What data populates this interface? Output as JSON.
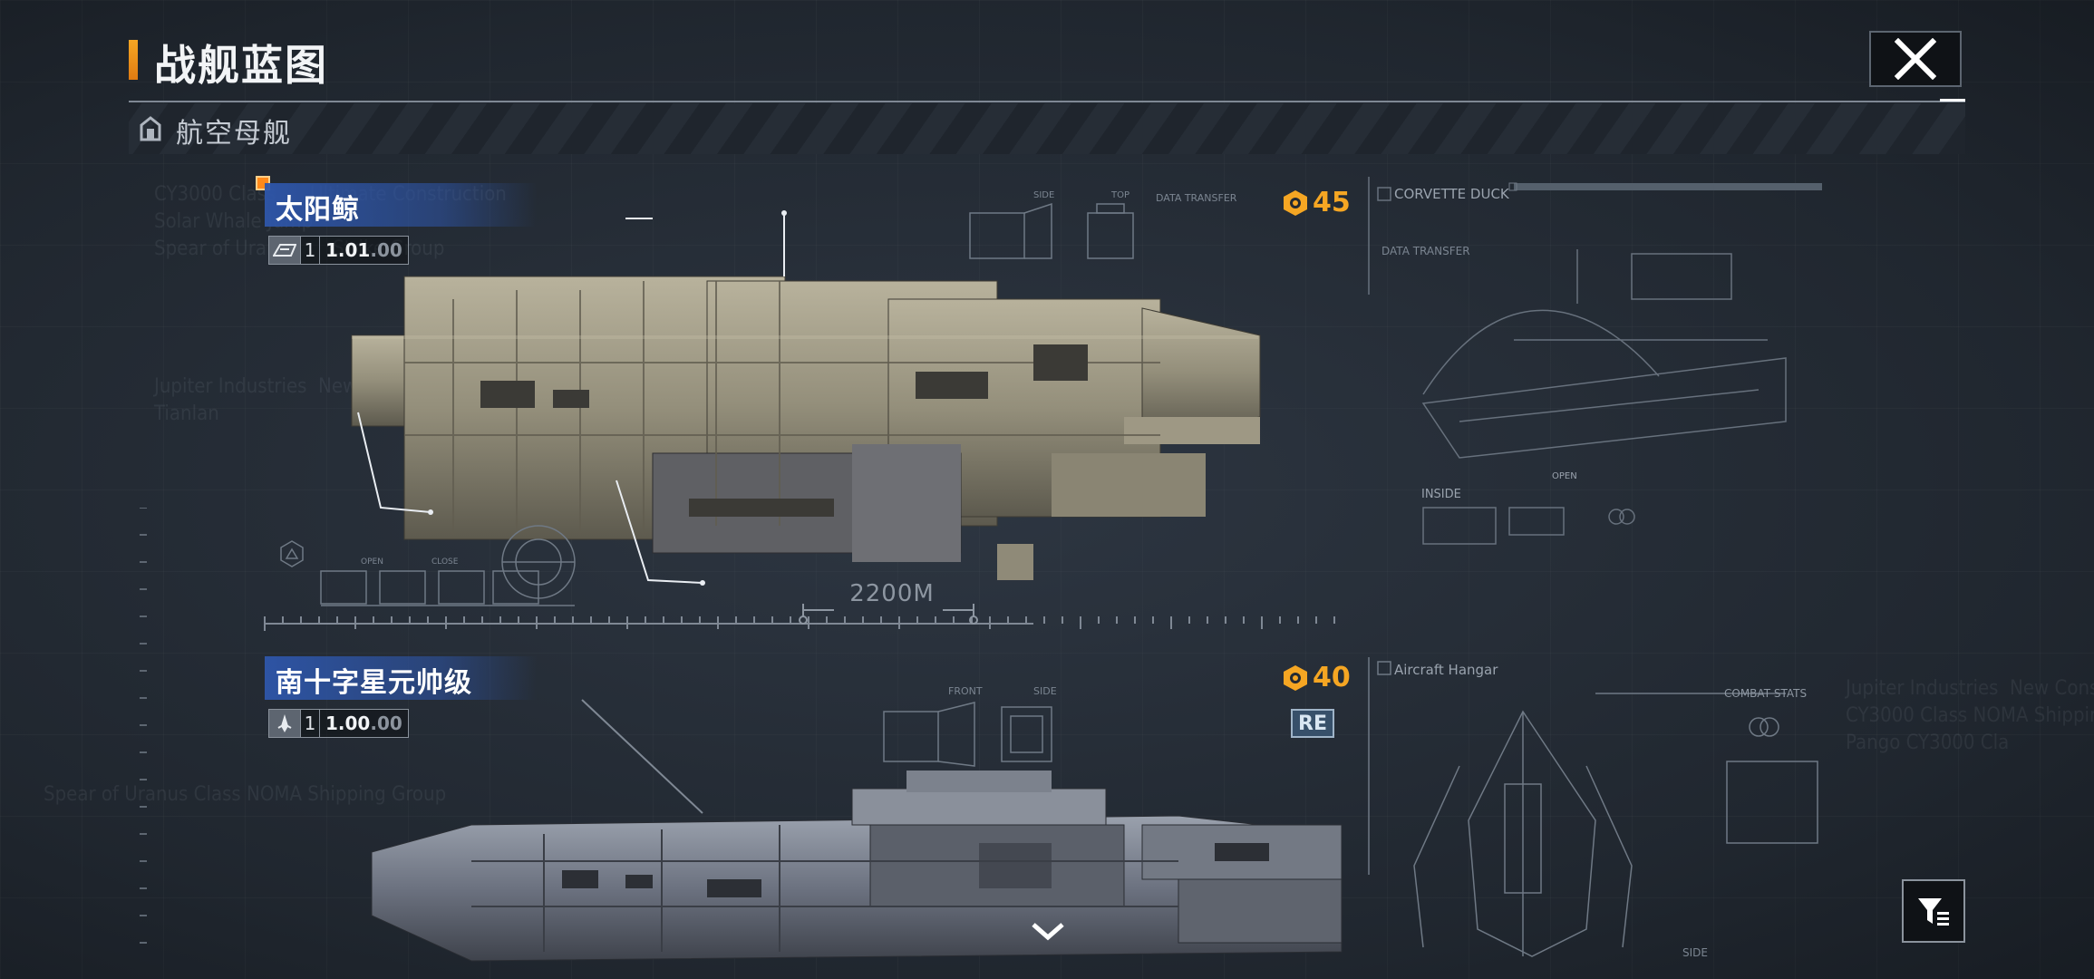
{
  "header": {
    "title": "战舰蓝图",
    "category": "航空母舰"
  },
  "ships": [
    {
      "name": "太阳鲸",
      "version_index": "1",
      "version_value": "1.01",
      "version_suffix": ".00",
      "cost": "45",
      "scale_label": "2200M",
      "blueprint_labels": {
        "panel_title": "CORVETTE DUCK",
        "data_transfer": "DATA TRANSFER",
        "inside": "INSIDE",
        "open": "OPEN",
        "close": "CLOSE",
        "side": "SIDE",
        "top": "TOP"
      }
    },
    {
      "name": "南十字星元帅级",
      "version_index": "1",
      "version_value": "1.00",
      "version_suffix": ".00",
      "cost": "40",
      "badge": "RE",
      "blueprint_labels": {
        "panel_title": "Aircraft Hangar",
        "front": "FRONT",
        "side": "SIDE",
        "combat_stats": "COMBAT STATS"
      }
    }
  ],
  "colors": {
    "accent": "#f5a623",
    "name_plate": "#2e56aa",
    "background": "#232a33"
  },
  "icons": {
    "close": "close-icon",
    "filter": "filter-icon",
    "home": "hangar-icon",
    "cost": "hexagon-gear-icon",
    "scroll": "chevron-down-icon"
  }
}
